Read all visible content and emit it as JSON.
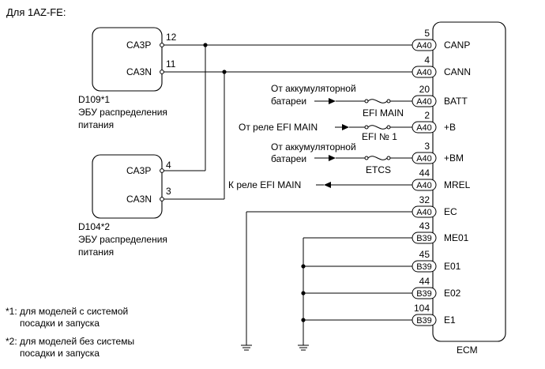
{
  "title": "Для 1AZ-FE:",
  "ecu_d109": {
    "pin_top_label": "CA3P",
    "pin_top_num": "12",
    "pin_bot_label": "CA3N",
    "pin_bot_num": "11",
    "code": "D109*1",
    "desc_line1": "ЭБУ распределения",
    "desc_line2": "питания"
  },
  "ecu_d104": {
    "pin_top_label": "CA3P",
    "pin_top_num": "4",
    "pin_bot_label": "CA3N",
    "pin_bot_num": "3",
    "code": "D104*2",
    "desc_line1": "ЭБУ распределения",
    "desc_line2": "питания"
  },
  "ecm": {
    "label": "ECM",
    "pins": [
      {
        "num": "5",
        "conn": "A40",
        "name": "CANP"
      },
      {
        "num": "4",
        "conn": "A40",
        "name": "CANN"
      },
      {
        "num": "20",
        "conn": "A40",
        "name": "BATT"
      },
      {
        "num": "2",
        "conn": "A40",
        "name": "+B"
      },
      {
        "num": "3",
        "conn": "A40",
        "name": "+BM"
      },
      {
        "num": "44",
        "conn": "A40",
        "name": "MREL"
      },
      {
        "num": "32",
        "conn": "A40",
        "name": "EC"
      },
      {
        "num": "43",
        "conn": "B39",
        "name": "ME01"
      },
      {
        "num": "45",
        "conn": "B39",
        "name": "E01"
      },
      {
        "num": "44",
        "conn": "B39",
        "name": "E02"
      },
      {
        "num": "104",
        "conn": "B39",
        "name": "E1"
      }
    ]
  },
  "sources": {
    "batt_line1": "От аккумуляторной",
    "batt_line2": "батареи",
    "batt_fuse": "EFI MAIN",
    "b_source": "От реле EFI MAIN",
    "b_fuse": "EFI № 1",
    "bm_line1": "От аккумуляторной",
    "bm_line2": "батареи",
    "bm_fuse": "ETCS",
    "mrel_target": "К реле EFI MAIN"
  },
  "notes": {
    "n1_line1": "*1: для моделей с системой",
    "n1_line2": "посадки и запуска",
    "n2_line1": "*2: для моделей без системы",
    "n2_line2": "посадки и запуска"
  }
}
